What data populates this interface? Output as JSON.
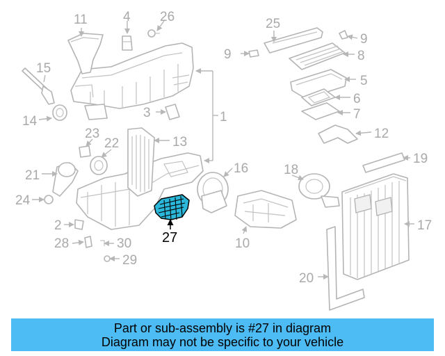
{
  "diagram": {
    "callouts": [
      "1",
      "2",
      "3",
      "4",
      "5",
      "6",
      "7",
      "8",
      "9",
      "9",
      "10",
      "11",
      "12",
      "13",
      "14",
      "15",
      "16",
      "17",
      "18",
      "19",
      "20",
      "21",
      "22",
      "23",
      "24",
      "25",
      "26",
      "27",
      "28",
      "29",
      "30"
    ],
    "highlighted_part": "27",
    "highlight_color": "#2bb7d9"
  },
  "banner": {
    "line1": "Part or sub-assembly is #27 in diagram",
    "line2": "Diagram may not be specific to your vehicle",
    "background": "#4dbbf4"
  }
}
